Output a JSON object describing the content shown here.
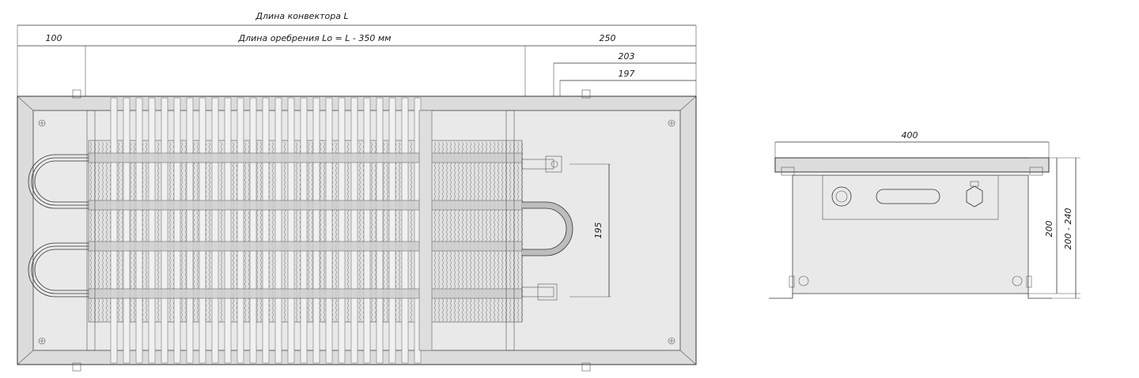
{
  "dimensions": {
    "convector_length": "Длина конвектора L",
    "fin_length": "Длина оребрения Lo = L - 350 мм",
    "left_offset": "100",
    "right_offset": "250",
    "pipe_offset_1": "203",
    "pipe_offset_2": "197",
    "pipe_spacing": "195",
    "width": "400",
    "height": "200",
    "height_range": "200 - 240"
  }
}
